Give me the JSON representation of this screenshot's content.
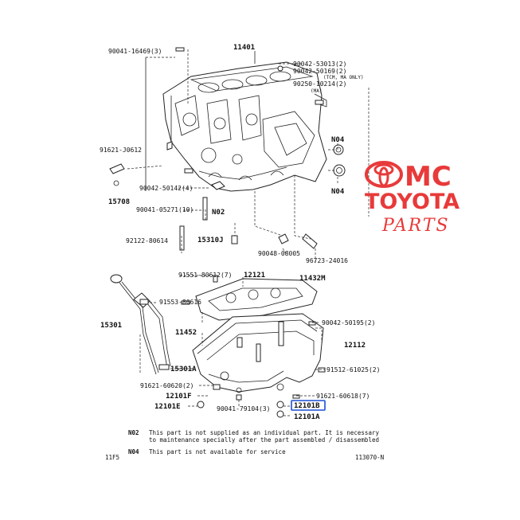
{
  "labels": {
    "p11401": "11401",
    "p90041_16469": "90041-16469(3)",
    "p90042_53013": "90042-53013(2)",
    "p90042_50169": "90042-50169(2)",
    "p_tcm": "(TCM, MA ONLY)",
    "p90250_10214": "90250-10214(2)",
    "p_ma": "(MA)",
    "n04a": "N04",
    "n04b": "N04",
    "p91621_j0612": "91621-J0612",
    "p15708": "15708",
    "p90042_50142": "90042-50142(4)",
    "p90041_05271": "90041-05271(10)",
    "n02": "N02",
    "p92122_80614": "92122-80614",
    "p15310j": "15310J",
    "p90048_08005": "90048-08005",
    "p96723_24016": "96723-24016",
    "p11432m": "11432M",
    "p91551_80612": "91551-80612(7)",
    "p12121": "12121",
    "p91553_80616": "91553-80616",
    "p15301": "15301",
    "p11452": "11452",
    "p90042_50195": "90042-50195(2)",
    "p12112": "12112",
    "p15301a": "15301A",
    "p91512_61025": "91512-61025(2)",
    "p91621_60620": "91621-60620(2)",
    "p12101f": "12101F",
    "p91621_60618": "91621-60618(7)",
    "p12101e": "12101E",
    "p90041_79104": "90041-79104(3)",
    "p12101b": "12101B",
    "p12101a": "12101A"
  },
  "notes": {
    "n02_code": "N02",
    "n02_line1": "This part is not supplied as an individual part. It is necessary",
    "n02_line2": "to maintenance specially after the part assembled / disassembled",
    "n04_code": "N04",
    "n04_line1": "This part is not available for service"
  },
  "footer": {
    "left": "11F5",
    "right": "113070-N"
  },
  "logo": {
    "line1": "MC",
    "line2": "TOYOTA",
    "line3": "PARTS",
    "color": "#e83a3a"
  },
  "highlight": {
    "color": "#1a4fd6"
  }
}
